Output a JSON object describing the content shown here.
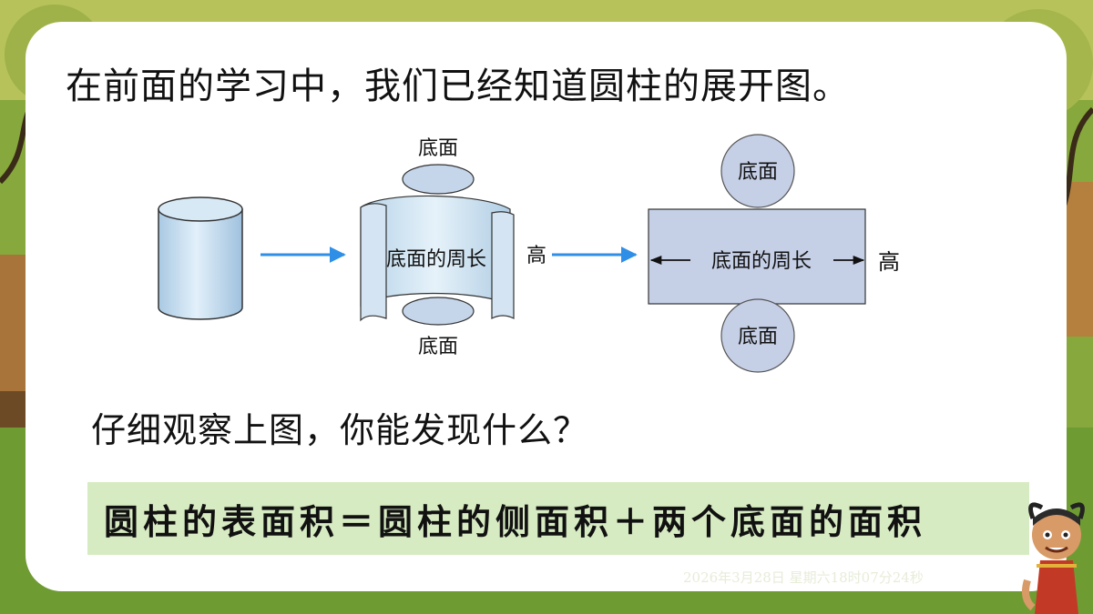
{
  "heading": "在前面的学习中，我们已经知道圆柱的展开图。",
  "diagram": {
    "base_label": "底面",
    "circumference_label": "底面的周长",
    "height_label": "高"
  },
  "question": "仔细观察上图，你能发现什么？",
  "formula": "圆柱的表面积＝圆柱的侧面积＋两个底面的面积",
  "timestamp": "2026年3月28日 星期六18时07分24秒",
  "colors": {
    "arrow": "#2f8fe6",
    "cylinder": "#c8e0f0",
    "net_fill": "#c5cfe6",
    "formula_bg": "#d7ebc2"
  }
}
